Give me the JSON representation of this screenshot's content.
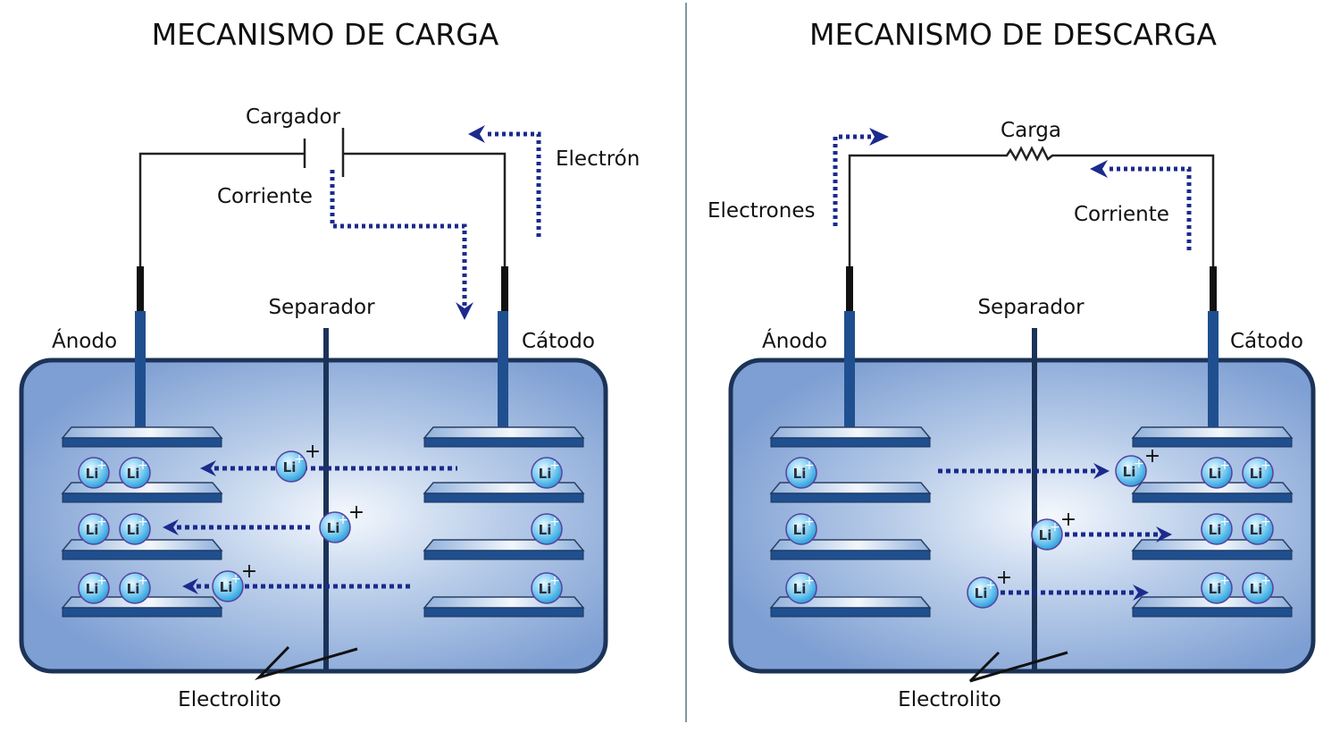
{
  "colors": {
    "dark_blue": "#1f4f8f",
    "outline": "#1c3358",
    "arrow": "#1b2a8c",
    "divider": "#7b9aa0"
  },
  "panels": [
    {
      "id": "charge",
      "title": "MECANISMO DE CARGA",
      "source_label": "Cargador",
      "source_type": "battery-symbol",
      "current_label": "Corriente",
      "electron_label": "Electrón",
      "separator_label": "Separador",
      "anode_label": "Ánodo",
      "cathode_label": "Cátodo",
      "electrolyte_label": "Electrolito",
      "ion_label": "Li",
      "ion_charge": "+",
      "ion_direction": "cathode-to-anode",
      "anode_ions_per_layer": [
        2,
        2,
        2
      ],
      "cathode_ions_per_layer": [
        1,
        1,
        1
      ],
      "moving_ions": 3
    },
    {
      "id": "discharge",
      "title": "MECANISMO DE DESCARGA",
      "source_label": "Carga",
      "source_type": "resistor-symbol",
      "current_label": "Corriente",
      "electron_label": "Electrones",
      "separator_label": "Separador",
      "anode_label": "Ánodo",
      "cathode_label": "Cátodo",
      "electrolyte_label": "Electrolito",
      "ion_label": "Li",
      "ion_charge": "+",
      "ion_direction": "anode-to-cathode",
      "anode_ions_per_layer": [
        1,
        1,
        1
      ],
      "cathode_ions_per_layer": [
        2,
        2,
        2
      ],
      "moving_ions": 3
    }
  ]
}
